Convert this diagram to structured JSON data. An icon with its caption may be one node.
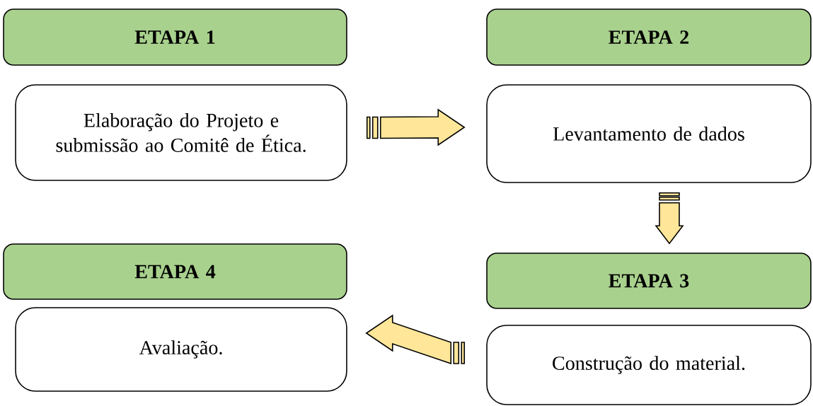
{
  "diagram": {
    "nodes": [
      {
        "text": [
          "ETAPA 1"
        ]
      },
      {
        "text": [
          "ETAPA 2"
        ]
      },
      {
        "text": [
          "Elaboração do Projeto e submissão ao Comitê de Ética."
        ]
      },
      {
        "text": [
          "Levantamento de dados"
        ]
      },
      {
        "text": [
          "ETAPA 4"
        ]
      },
      {
        "text": [
          "ETAPA 3"
        ]
      },
      {
        "text": [
          "Avaliação."
        ]
      },
      {
        "text": [
          "Construção do material."
        ]
      }
    ],
    "edges": [
      {
        "from": 2,
        "to": 3,
        "arrow": "to"
      },
      {
        "from": 3,
        "to": 5,
        "arrow": "to"
      },
      {
        "from": 7,
        "to": 6,
        "arrow": "to"
      }
    ]
  }
}
